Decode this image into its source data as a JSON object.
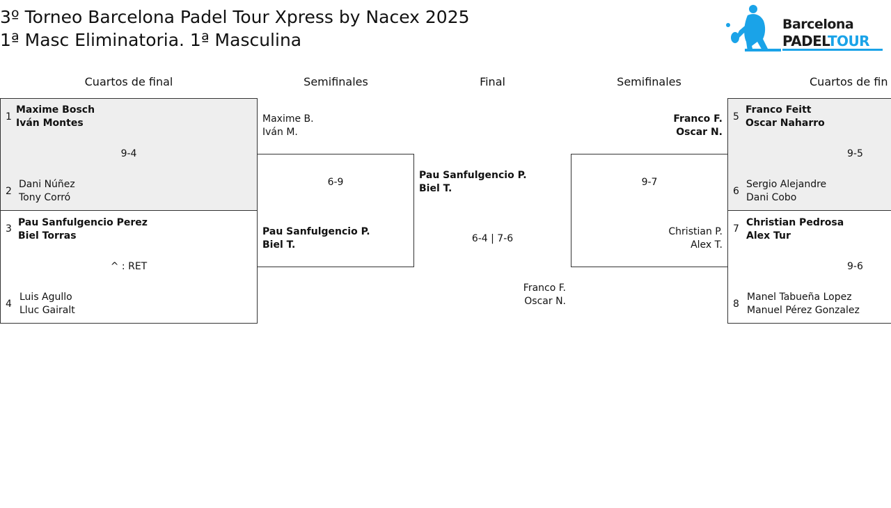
{
  "title": {
    "line1": "3º Torneo Barcelona Padel Tour Xpress by Nacex 2025",
    "line2": "1ª Masc Eliminatoria. 1ª Masculina"
  },
  "logo": {
    "icon": "padel-player-icon",
    "line1": "Barcelona",
    "line2_a": "PADEL",
    "line2_b": "TOUR",
    "color_dark": "#1b1b1b",
    "color_brand": "#1aa3e8"
  },
  "rounds": {
    "qf_left": "Cuartos de final",
    "sf_left": "Semifinales",
    "final": "Final",
    "sf_right": "Semifinales",
    "qf_right": "Cuartos de fin"
  },
  "quarterfinals": [
    {
      "seed_a": "1",
      "team_a": [
        "Maxime Bosch",
        "Iván Montes"
      ],
      "seed_b": "2",
      "team_b": [
        "Dani Núñez",
        "Tony Corró"
      ],
      "score": "9-4"
    },
    {
      "seed_a": "3",
      "team_a": [
        "Pau Sanfulgencio Perez",
        "Biel Torras"
      ],
      "seed_b": "4",
      "team_b": [
        "Luis Agullo",
        "Lluc Gairalt"
      ],
      "score": "^ : RET"
    },
    {
      "seed_a": "5",
      "team_a": [
        "Franco Feitt",
        "Oscar Naharro"
      ],
      "seed_b": "6",
      "team_b": [
        "Sergio Alejandre",
        "Dani Cobo"
      ],
      "score": "9-5"
    },
    {
      "seed_a": "7",
      "team_a": [
        "Christian Pedrosa",
        "Alex Tur"
      ],
      "seed_b": "8",
      "team_b": [
        "Manel Tabueña Lopez",
        "Manuel Pérez Gonzalez"
      ],
      "score": "9-6"
    }
  ],
  "semifinals": [
    {
      "team_a": [
        "Maxime B.",
        "Iván M."
      ],
      "team_b": [
        "Pau Sanfulgencio P.",
        "Biel T."
      ],
      "score": "6-9"
    },
    {
      "team_a": [
        "Franco F.",
        "Oscar N."
      ],
      "team_b": [
        "Christian P.",
        "Alex T."
      ],
      "score": "9-7"
    }
  ],
  "final": {
    "team_a": [
      "Pau Sanfulgencio P.",
      "Biel T."
    ],
    "team_b": [
      "Franco F.",
      "Oscar N."
    ],
    "score": "6-4 | 7-6"
  }
}
